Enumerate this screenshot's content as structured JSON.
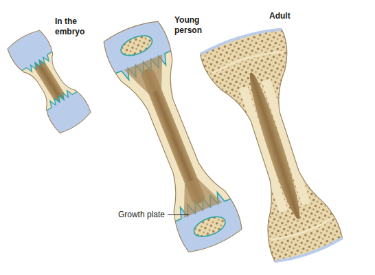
{
  "diagram": {
    "labels": [
      "In the embryo",
      "Young person",
      "Adult",
      "Growth plate"
    ]
  }
}
